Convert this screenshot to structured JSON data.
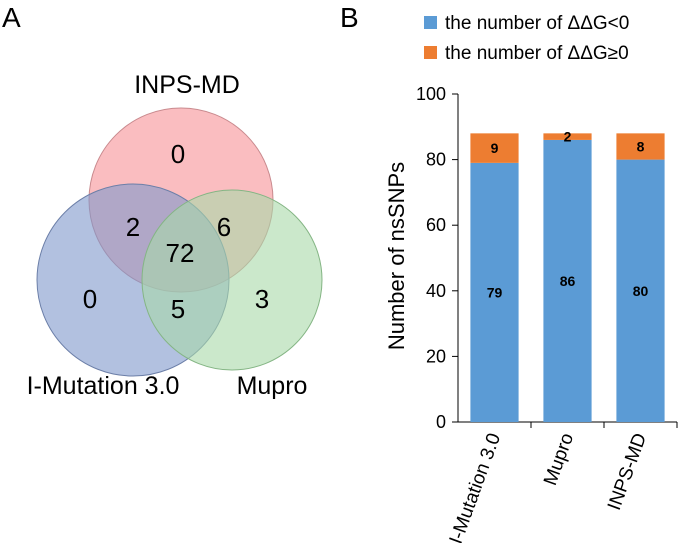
{
  "panels": {
    "a": "A",
    "b": "B"
  },
  "venn": {
    "sets": [
      {
        "name": "INPS-MD",
        "color": "#f9b1b5"
      },
      {
        "name": "I-Mutation 3.0",
        "color": "#7f97cc"
      },
      {
        "name": "Mupro",
        "color": "#a8d9a8"
      }
    ],
    "regions": {
      "inps_only": "0",
      "imut_only": "0",
      "mupro_only": "3",
      "inps_imut": "2",
      "inps_mupro": "6",
      "imut_mupro": "5",
      "all_three": "72"
    }
  },
  "chart_data": {
    "type": "bar",
    "stacked": true,
    "categories": [
      "I-Mutation 3.0",
      "Mupro",
      "INPS-MD"
    ],
    "series": [
      {
        "name": "the number of ΔΔG<0",
        "values": [
          79,
          86,
          80
        ],
        "color": "#5b9bd5"
      },
      {
        "name": "the number of ΔΔG≥0",
        "values": [
          9,
          2,
          8
        ],
        "color": "#ed7d31"
      }
    ],
    "ylabel": "Number of nsSNPs",
    "xlabel": "",
    "ylim": [
      0,
      100
    ],
    "yticks": [
      "0",
      "20",
      "40",
      "60",
      "80",
      "100"
    ],
    "legend_position": "top"
  }
}
